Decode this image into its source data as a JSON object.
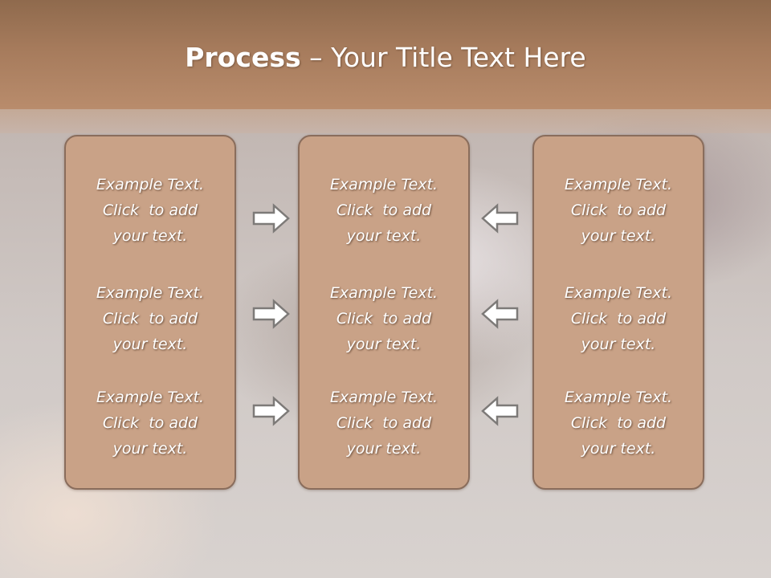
{
  "header": {
    "title_bold": "Process",
    "title_rest": " – Your Title Text Here"
  },
  "columns": [
    {
      "items": [
        {
          "line1": "Example Text.",
          "line2": "Click  to add",
          "line3": "your text."
        },
        {
          "line1": "Example Text.",
          "line2": "Click  to add",
          "line3": "your text."
        },
        {
          "line1": "Example Text.",
          "line2": "Click  to add",
          "line3": "your text."
        }
      ]
    },
    {
      "items": [
        {
          "line1": "Example Text.",
          "line2": "Click  to add",
          "line3": "your text."
        },
        {
          "line1": "Example Text.",
          "line2": "Click  to add",
          "line3": "your text."
        },
        {
          "line1": "Example Text.",
          "line2": "Click  to add",
          "line3": "your text."
        }
      ]
    },
    {
      "items": [
        {
          "line1": "Example Text.",
          "line2": "Click  to add",
          "line3": "your text."
        },
        {
          "line1": "Example Text.",
          "line2": "Click  to add",
          "line3": "your text."
        },
        {
          "line1": "Example Text.",
          "line2": "Click  to add",
          "line3": "your text."
        }
      ]
    }
  ],
  "arrows": {
    "left_group": [
      "right-arrow-icon",
      "right-arrow-icon",
      "right-arrow-icon"
    ],
    "right_group": [
      "left-arrow-icon",
      "left-arrow-icon",
      "left-arrow-icon"
    ]
  },
  "colors": {
    "header": "#a67b5c",
    "panel_fill": "#c9a287",
    "panel_border": "#8a6d5c",
    "text": "#ffffff"
  }
}
